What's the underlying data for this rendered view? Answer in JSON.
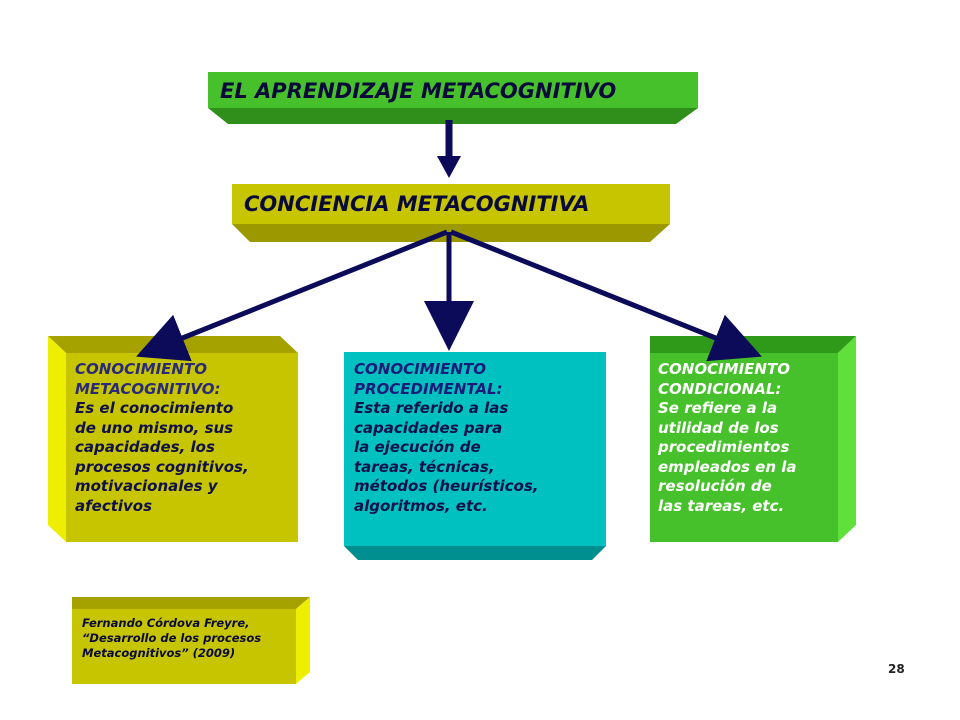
{
  "title": "EL APRENDIZAJE METACOGNITIVO",
  "subtitle": "CONCIENCIA METACOGNITIVA",
  "boxes": [
    {
      "title": "CONOCIMIENTO\nMETACOGNITIVO:",
      "body": "Es el conocimiento\nde uno mismo, sus\ncapacidades, los\nprocesos cognitivos,\nmotivacionales y\nafectivos"
    },
    {
      "title": "CONOCIMIENTO\nPROCEDIMENTAL:",
      "body": "Esta referido a las\ncapacidades para\nla ejecución  de\ntareas, técnicas,\nmétodos (heurísticos,\nalgoritmos, etc."
    },
    {
      "title": "CONOCIMIENTO\nCONDICIONAL:",
      "body": "Se refiere a la\nutilidad de los\nprocedimientos\nempleados en la\nresolución  de\nlas tareas, etc."
    }
  ],
  "citation": "Fernando Córdova Freyre,\n“Desarrollo de los procesos\nMetacognitivos”  (2009)",
  "page_number": "28",
  "colors": {
    "title_face": "#47c12b",
    "title_shade": "#2f8f1a",
    "subtitle_face": "#c7c400",
    "subtitle_shade": "#9c9800",
    "box1_face": "#c7c400",
    "box1_side": "#eeee00",
    "box1_top": "#a5a200",
    "box2_face": "#00c0c0",
    "box2_shade": "#008f8f",
    "box3_face": "#47c12b",
    "box3_side": "#5fe03a",
    "box3_top": "#2f9a1a",
    "cite_face": "#c7c400",
    "cite_side": "#eeee00",
    "cite_top": "#a5a200",
    "box1_text_title": "#2a2a78",
    "box1_text_body": "#10104a",
    "box2_text_title": "#1a1a78",
    "box2_text_body": "#10104a",
    "box3_text": "#ffffff",
    "arrow": "#0b0b5a"
  }
}
